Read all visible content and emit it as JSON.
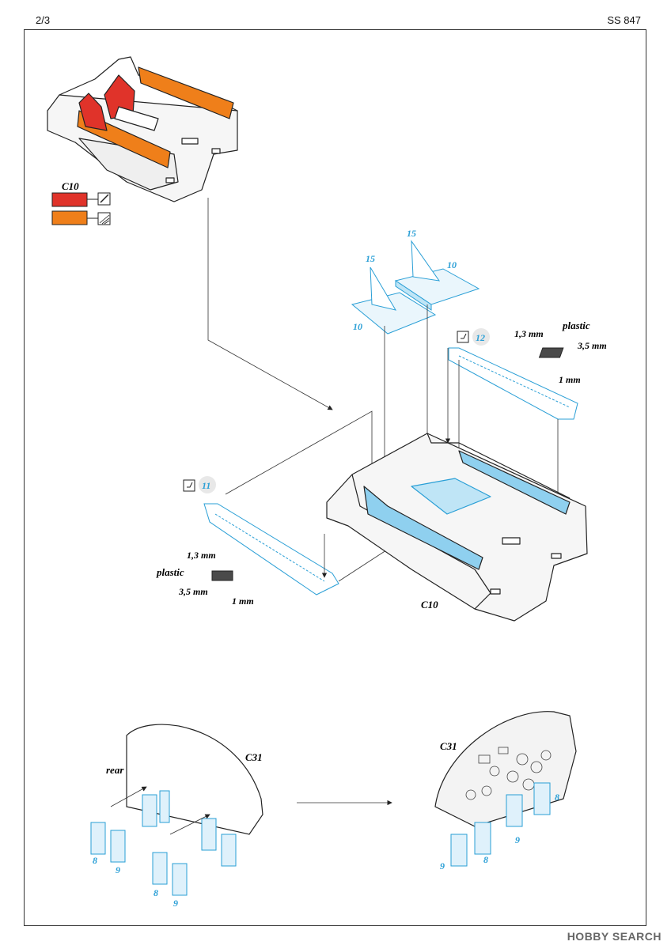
{
  "header": {
    "page": "2/3",
    "code": "SS 847"
  },
  "legend": {
    "part": "C10",
    "colors": [
      {
        "name": "red",
        "hex": "#e0332a",
        "icon": "brush-icon"
      },
      {
        "name": "orange",
        "hex": "#ef7f1a",
        "icon": "airbrush-icon"
      }
    ]
  },
  "labels": {
    "part_15_a": "15",
    "part_15_b": "15",
    "part_10_a": "10",
    "part_10_b": "10",
    "part_12": "12",
    "part_11": "11",
    "plastic_right": "plastic",
    "dim_13_right": "1,3 mm",
    "dim_35_right": "3,5 mm",
    "dim_1_right": "1 mm",
    "plastic_left": "plastic",
    "dim_13_left": "1,3 mm",
    "dim_35_left": "3,5 mm",
    "dim_1_left": "1 mm",
    "tub_label": "C10",
    "panel_left": "C31",
    "panel_right": "C31",
    "rear": "rear",
    "n8_a": "8",
    "n9_a": "9",
    "n8_b": "8",
    "n9_b": "9",
    "n8_c": "8",
    "n9_c": "9",
    "n9_d": "9",
    "n8_d": "8"
  },
  "colors": {
    "pe_blue": "#2a9fd6",
    "pe_fill": "#8fd0ef"
  },
  "watermark": "HOBBY SEARCH"
}
